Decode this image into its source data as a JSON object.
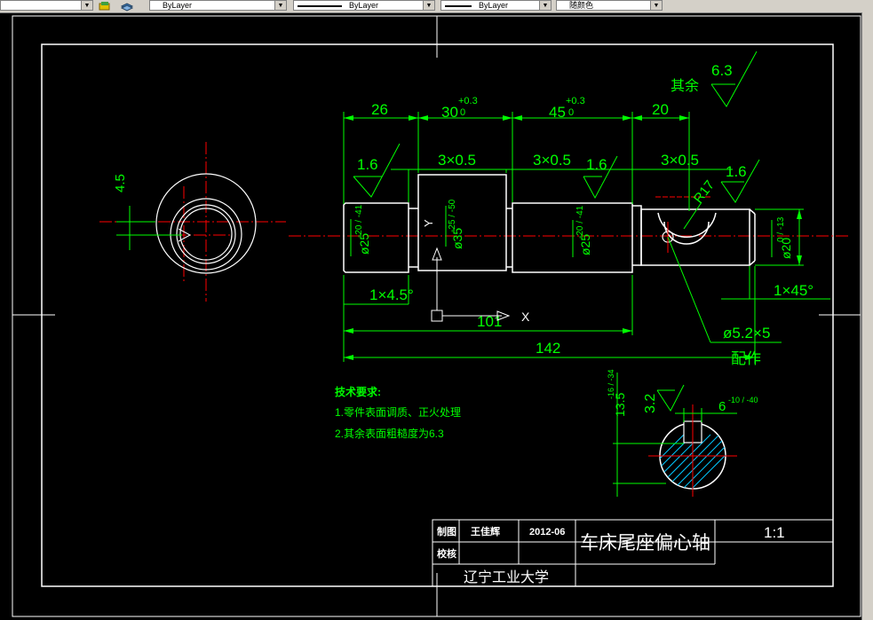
{
  "toolbar": {
    "linetype_value": "ByLayer",
    "lineweight_value": "ByLayer",
    "linestyle_value": "ByLayer",
    "color_value": "随颜色",
    "layer_icon": "layer-icon",
    "layer-states-icon": "layers-stack-icon"
  },
  "drawing": {
    "dims": {
      "d26": "26",
      "d30": "30",
      "d30_tol_upper": "+0.3",
      "d30_tol_lower": "0",
      "d45": "45",
      "d45_tol_upper": "+0.3",
      "d45_tol_lower": "0",
      "d20": "20",
      "groove1": "3×0.5",
      "groove2": "3×0.5",
      "groove3": "3×0.5",
      "chamfer_left": "1×4.5°",
      "chamfer_right": "1×45°",
      "d101": "101",
      "d142": "142",
      "d4_5": "4.5",
      "radius": "R17",
      "dia25_left": "ø25",
      "dia25_left_tol": "-20 / -41",
      "dia35": "ø35",
      "dia35_tol": "-25 / -50",
      "dia25_right": "ø25",
      "dia25_right_tol": "-20 / -41",
      "dia20": "ø20",
      "dia20_tol": "0 / -13",
      "hole": "ø5.2×5",
      "match": "配作",
      "key_depth": "13.5",
      "key_depth_tol": "-16 / -34",
      "key_width": "6",
      "key_width_tol": "-10 / -40"
    },
    "roughness": {
      "r1": "1.6",
      "r2": "1.6",
      "r3": "1.6",
      "r_key": "3.2",
      "other_label": "其余",
      "other_value": "6.3"
    },
    "tech": {
      "heading": "技术要求:",
      "item1": "1.零件表面调质、正火处理",
      "item2": "2.其余表面粗糙度为6.3"
    },
    "ucs": {
      "x_label": "X",
      "y_label": "Y"
    },
    "title_block": {
      "draw_label": "制图",
      "drawer": "王佳辉",
      "date": "2012-06",
      "title": "车床尾座偏心轴",
      "scale": "1:1",
      "check_label": "校核",
      "school": "辽宁工业大学"
    }
  },
  "colors": {
    "background": "#000000",
    "outline": "#ffffff",
    "dimension": "#00ff00",
    "centerline": "#ff0000",
    "hatch": "#00c8ff"
  }
}
